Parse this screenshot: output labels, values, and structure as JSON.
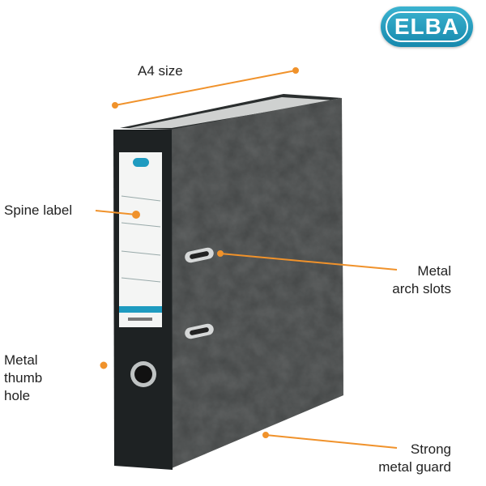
{
  "logo": {
    "text": "ELBA"
  },
  "annotations": {
    "a4": "A4 size",
    "spine_label": "Spine label",
    "arch_slots": [
      "Metal",
      "arch slots"
    ],
    "thumb_hole": [
      "Metal",
      "thumb",
      "hole"
    ],
    "metal_guard": [
      "Strong",
      "metal guard"
    ]
  },
  "colors": {
    "accent": "#f0922b",
    "brand": "#1f9bc0",
    "cover": "#3a3d3d",
    "spine": "#1e2223"
  }
}
